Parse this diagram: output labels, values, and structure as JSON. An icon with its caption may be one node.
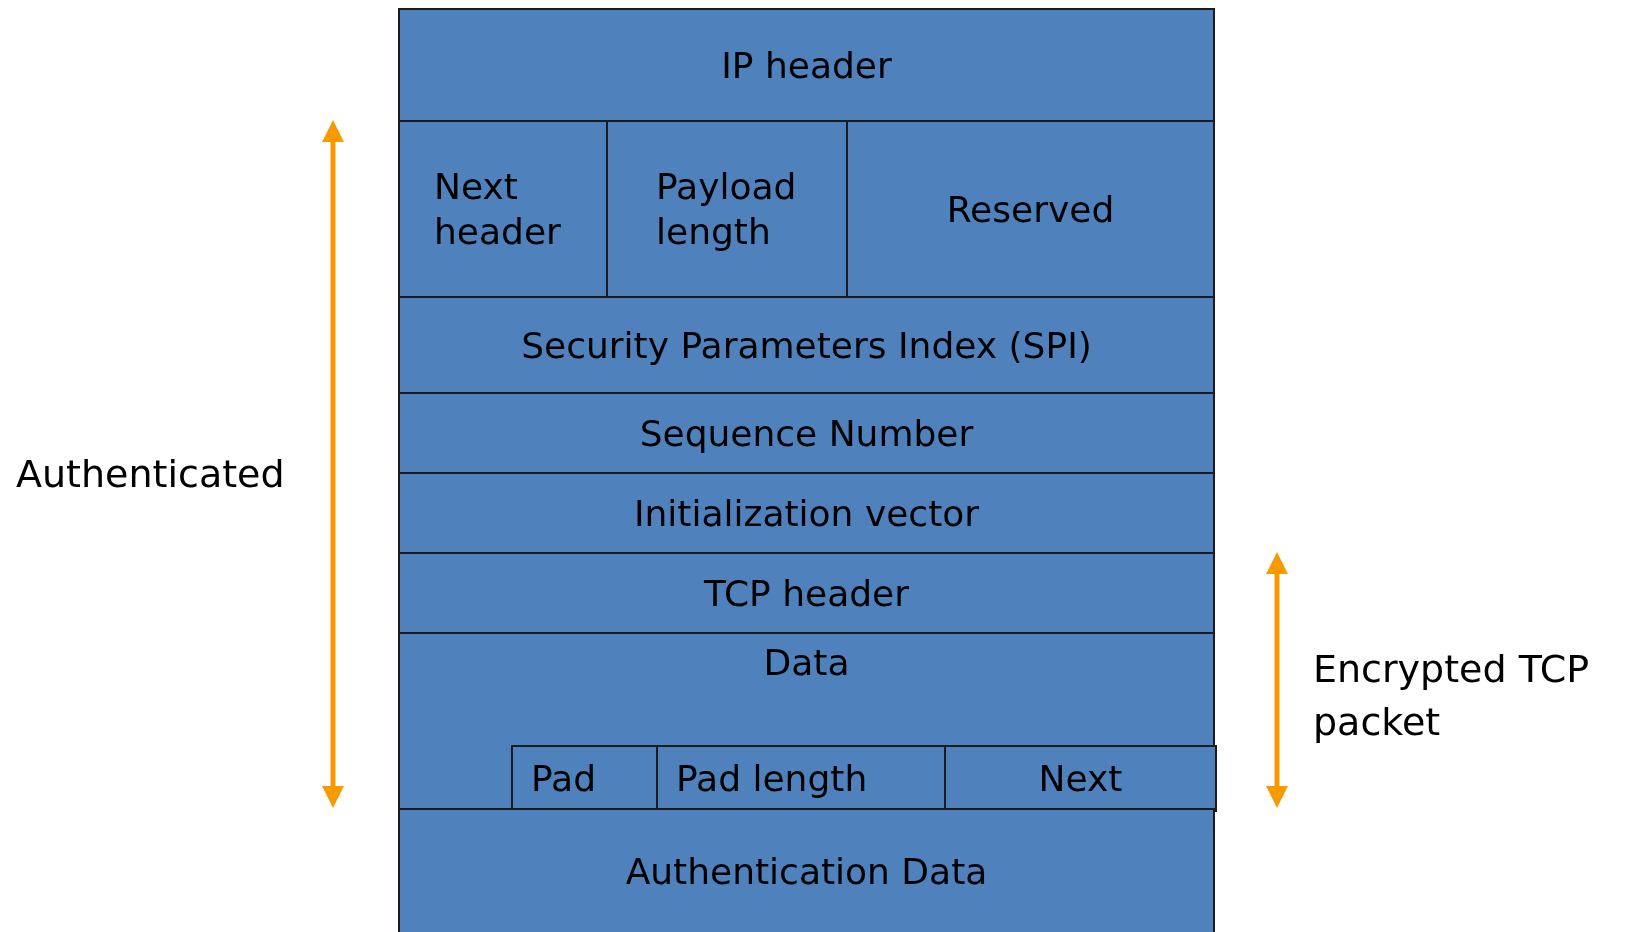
{
  "diagram": {
    "nodes": [
      {
        "text": [
          "IP header"
        ]
      },
      {
        "text": [
          "Next header"
        ]
      },
      {
        "text": [
          "Payload length"
        ]
      },
      {
        "text": [
          "Reserved"
        ]
      },
      {
        "text": [
          "Security Parameters Index (SPI)"
        ]
      },
      {
        "text": [
          "Sequence Number"
        ]
      },
      {
        "text": [
          "Initialization vector"
        ]
      },
      {
        "text": [
          "TCP header"
        ]
      },
      {
        "text": [
          "Data"
        ]
      },
      {
        "text": [
          "Pad"
        ],
        "in": 8
      },
      {
        "text": [
          "Pad length"
        ],
        "in": 8
      },
      {
        "text": [
          "Next"
        ],
        "in": 8
      },
      {
        "text": [
          "Authentication Data"
        ]
      }
    ],
    "labels": [
      "Authenticated",
      "Encrypted TCP packet"
    ]
  }
}
